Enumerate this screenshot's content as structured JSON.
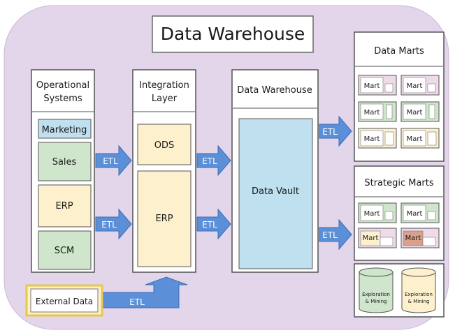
{
  "title": "Data Warehouse",
  "operational": {
    "heading_line1": "Operational",
    "heading_line2": "Systems",
    "items": [
      "Marketing",
      "Sales",
      "ERP",
      "SCM"
    ]
  },
  "integration": {
    "heading_line1": "Integration",
    "heading_line2": "Layer",
    "items": [
      "ODS",
      "ERP"
    ]
  },
  "warehouse": {
    "heading": "Data Warehouse",
    "vault": "Data Vault"
  },
  "data_marts": {
    "heading": "Data Marts",
    "mart_label": "Mart"
  },
  "strategic_marts": {
    "heading": "Strategic Marts",
    "mart_label": "Mart",
    "cylinders": [
      {
        "line1": "Exploration",
        "line2": "& Mining"
      },
      {
        "line1": "Exploration",
        "line2": "& Mining"
      }
    ]
  },
  "external": "External Data",
  "etl_label": "ETL",
  "colors": {
    "background": "#e3d5ea",
    "blue": "#bfe0ee",
    "green": "#cfe6cc",
    "yellow": "#fdf0cd",
    "arrow": "#5b8fd8",
    "pink": "#eedbea",
    "brown": "#d9a08a"
  }
}
